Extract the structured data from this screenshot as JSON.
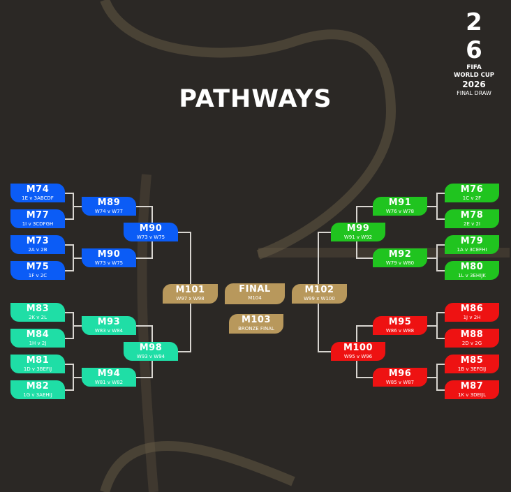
{
  "title": "PATHWAYS",
  "logo": {
    "numeral_top": "2",
    "numeral_bottom": "6",
    "fifa": "FIFA",
    "line1": "WORLD CUP",
    "line2": "2026",
    "line3": "FINAL DRAW"
  },
  "colors": {
    "blue": "#0b5cf6",
    "teal": "#1fdea6",
    "green": "#20c41f",
    "red": "#ee1212",
    "gold": "#b8985c"
  },
  "left": {
    "r32": [
      {
        "code": "M74",
        "sub": "1E v 3ABCDF",
        "color": "blue"
      },
      {
        "code": "M77",
        "sub": "1I v 3CDFGH",
        "color": "blue"
      },
      {
        "code": "M73",
        "sub": "2A v 2B",
        "color": "blue"
      },
      {
        "code": "M75",
        "sub": "1F v 2C",
        "color": "blue"
      },
      {
        "code": "M83",
        "sub": "2K v 2L",
        "color": "teal"
      },
      {
        "code": "M84",
        "sub": "1H v 2J",
        "color": "teal"
      },
      {
        "code": "M81",
        "sub": "1D v 3BEFIJ",
        "color": "teal"
      },
      {
        "code": "M82",
        "sub": "1G v 3AEHIJ",
        "color": "teal"
      }
    ],
    "r16": [
      {
        "code": "M89",
        "sub": "W74 v W77",
        "color": "blue"
      },
      {
        "code": "M90",
        "sub": "W73 v W75",
        "color": "blue"
      },
      {
        "code": "M93",
        "sub": "W83 v W84",
        "color": "teal"
      },
      {
        "code": "M94",
        "sub": "W81 v W82",
        "color": "teal"
      }
    ],
    "qf": [
      {
        "code": "M90",
        "sub": "W73 v W75",
        "color": "blue"
      },
      {
        "code": "M98",
        "sub": "W93 v W94",
        "color": "teal"
      }
    ],
    "sf": {
      "code": "M101",
      "sub": "W97 x W98",
      "color": "gold"
    }
  },
  "right": {
    "r32": [
      {
        "code": "M76",
        "sub": "1C v 2F",
        "color": "green"
      },
      {
        "code": "M78",
        "sub": "2E v 2I",
        "color": "green"
      },
      {
        "code": "M79",
        "sub": "1A v 3CEFHI",
        "color": "green"
      },
      {
        "code": "M80",
        "sub": "1L v 3EHIJK",
        "color": "green"
      },
      {
        "code": "M86",
        "sub": "1J v 2H",
        "color": "red"
      },
      {
        "code": "M88",
        "sub": "2D v 2G",
        "color": "red"
      },
      {
        "code": "M85",
        "sub": "1B v 3EFGIJ",
        "color": "red"
      },
      {
        "code": "M87",
        "sub": "1K v 3DEIJL",
        "color": "red"
      }
    ],
    "r16": [
      {
        "code": "M91",
        "sub": "W76 v W78",
        "color": "green"
      },
      {
        "code": "M92",
        "sub": "W79 v W80",
        "color": "green"
      },
      {
        "code": "M95",
        "sub": "W86 v W88",
        "color": "red"
      },
      {
        "code": "M96",
        "sub": "W85 v W87",
        "color": "red"
      }
    ],
    "qf": [
      {
        "code": "M99",
        "sub": "W91 v W92",
        "color": "green"
      },
      {
        "code": "M100",
        "sub": "W95 v W96",
        "color": "red"
      }
    ],
    "sf": {
      "code": "M102",
      "sub": "W99 x W100",
      "color": "gold"
    }
  },
  "final": {
    "code": "FINAL",
    "sub": "M104",
    "color": "gold"
  },
  "bronze": {
    "code": "M103",
    "sub": "BRONZE FINAL",
    "color": "gold"
  }
}
